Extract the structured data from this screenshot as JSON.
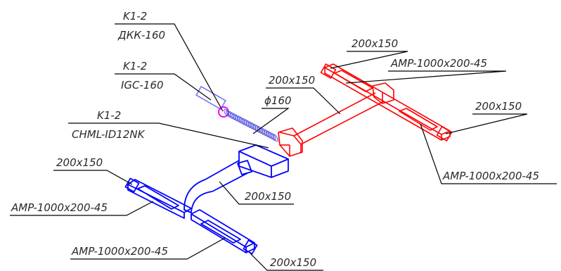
{
  "labels": {
    "k12_a": "K1-2",
    "dkk": "ДКК-160",
    "k12_b": "K1-2",
    "igc": "IGC-160",
    "k12_c": "K1-2",
    "chml": "CHML-ID12NK",
    "phi": "ϕ160",
    "red_mid": "200x150",
    "red_top": "200x150",
    "amp_red_top": "AMP-1000x200-45",
    "red_right": "200x150",
    "amp_red_bottom": "AMP-1000x200-45",
    "blue_left": "200x150",
    "amp_blue_left": "AMP-1000x200-45",
    "blue_mid": "200x150",
    "amp_blue_bottom": "AMP-1000x200-45",
    "blue_bottom": "200x150"
  },
  "colors": {
    "supply_duct": "#0000ff",
    "exhaust_duct": "#ff0000",
    "valve": "#7777ee",
    "damper": "#ff00ff",
    "leader": "#000000"
  }
}
